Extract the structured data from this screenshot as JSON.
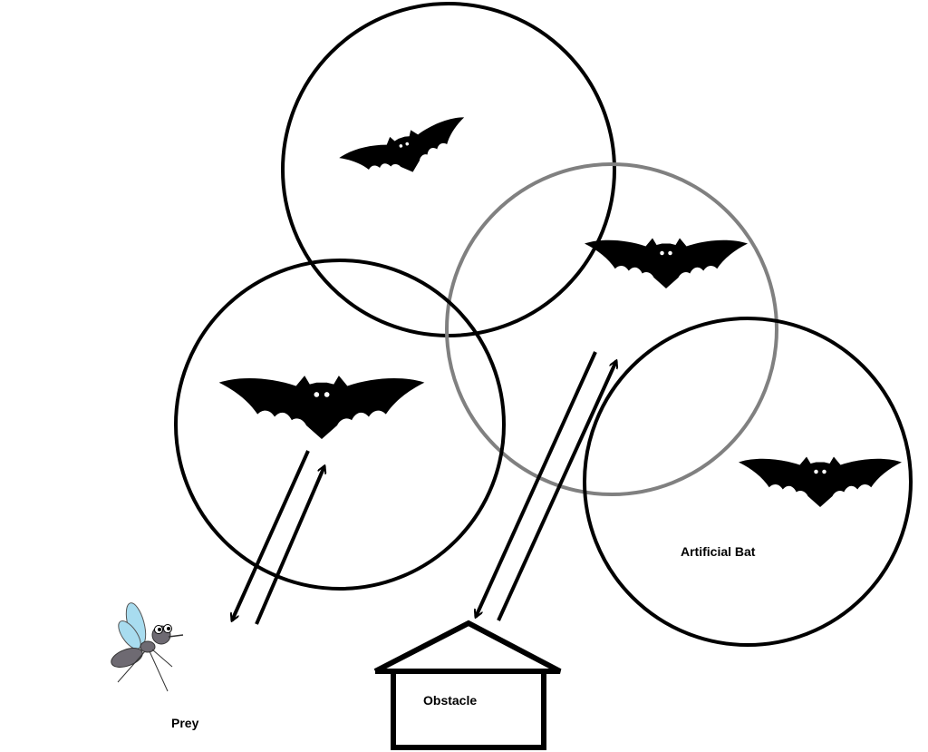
{
  "labels": {
    "artificial_bat": "Artificial Bat",
    "obstacle": "Obstacle",
    "prey": "Prey"
  },
  "colors": {
    "stroke": "#000000",
    "active_circle": "#808080",
    "wing": "#a8dcef",
    "body": "#6e6a72"
  }
}
